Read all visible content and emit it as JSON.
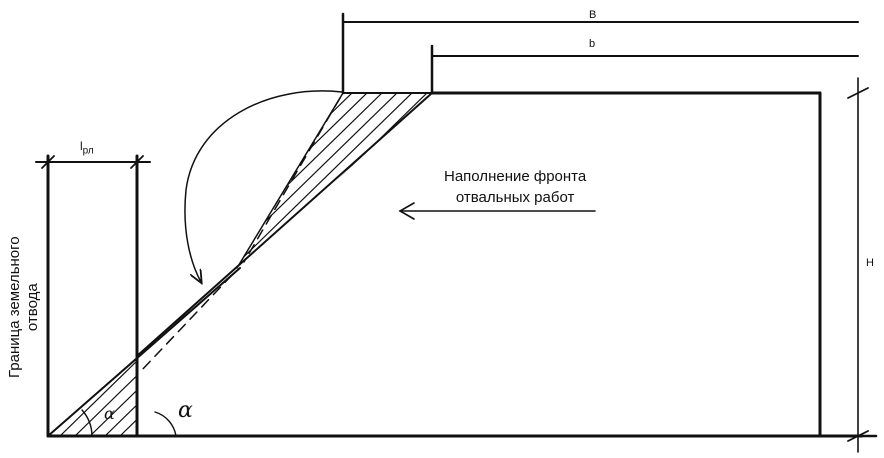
{
  "labels": {
    "fill_front_line1": "Наполнение фронта",
    "fill_front_line2": "отвальных работ",
    "boundary_line1": "Граница земельного",
    "boundary_line2": "отвода",
    "dim_B": "B",
    "dim_b": "b",
    "dim_H": "H",
    "dim_lpn": "l",
    "dim_lpn_sub": "рл",
    "angle_right": "α",
    "angle_left": "α"
  },
  "colors": {
    "line": "#111111",
    "background": "#ffffff"
  }
}
